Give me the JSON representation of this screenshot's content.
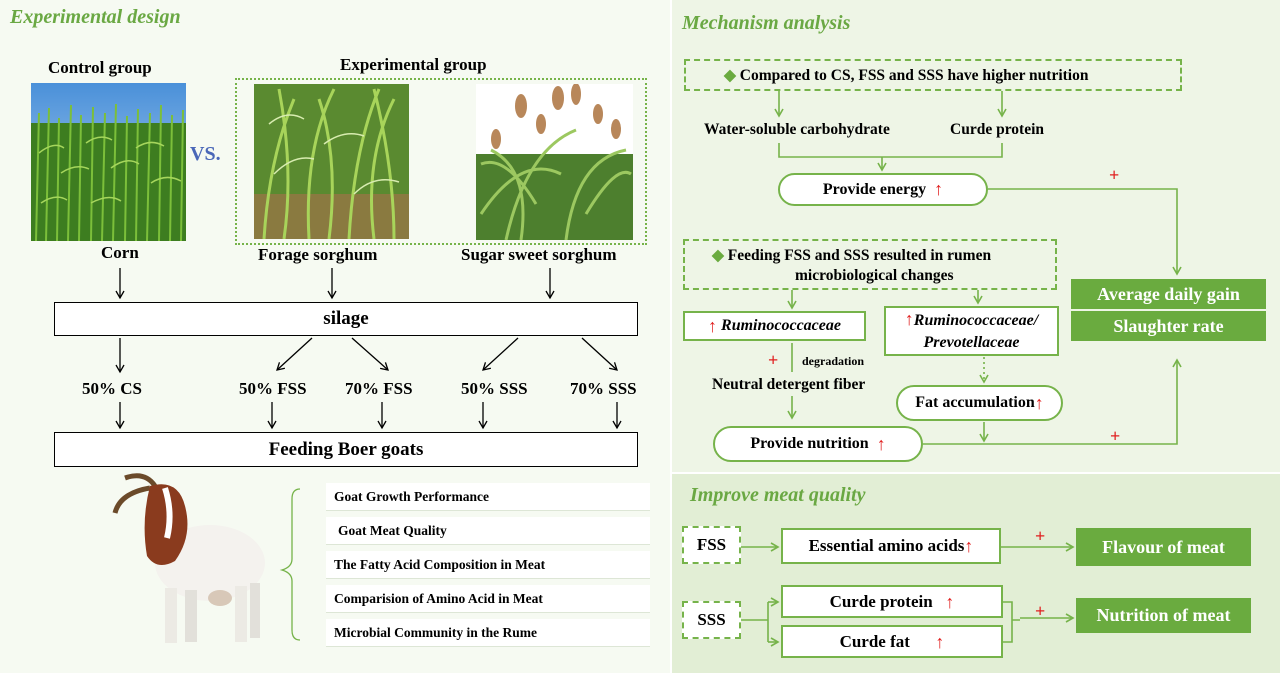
{
  "experimental_design": {
    "title": "Experimental design",
    "control_group": "Control group",
    "experimental_group": "Experimental group",
    "vs": "VS.",
    "crops": [
      "Corn",
      "Forage sorghum",
      "Sugar sweet sorghum"
    ],
    "silage": "silage",
    "treatments": [
      "50% CS",
      "50% FSS",
      "70% FSS",
      "50% SSS",
      "70% SSS"
    ],
    "feeding": "Feeding Boer goats",
    "measurements": [
      "Goat Growth Performance",
      "Goat Meat Quality",
      "The Fatty Acid Composition in Meat",
      "Comparision of Amino Acid in Meat",
      "Microbial Community in the Rume"
    ]
  },
  "mechanism": {
    "title": "Mechanism analysis",
    "nutrition_statement": "Compared to CS, FSS and SSS have higher nutrition",
    "water_soluble": "Water-soluble carbohydrate",
    "crude_protein": "Curde protein",
    "provide_energy": "Provide energy",
    "rumen_statement_line1": "Feeding FSS and SSS resulted in rumen",
    "rumen_statement_line2": "microbiological changes",
    "ruminococcaceae": "Ruminococcaceae",
    "rumino_prevo_line1": "Ruminococcaceae/",
    "rumino_prevo_line2": "Prevotellaceae",
    "degradation": "degradation",
    "ndf": "Neutral detergent fiber",
    "fat_accumulation": "Fat accumulation",
    "provide_nutrition": "Provide nutrition",
    "average_daily_gain": "Average daily gain",
    "slaughter_rate": "Slaughter rate",
    "plus": "+",
    "up_arrow": "↑",
    "diamond": "◆"
  },
  "meat_quality": {
    "title": "Improve meat quality",
    "fss": "FSS",
    "sss": "SSS",
    "essential_amino": "Essential amino acids",
    "crude_protein": "Curde protein",
    "crude_fat": "Curde fat",
    "flavour": "Flavour of meat",
    "nutrition": "Nutrition of meat"
  },
  "colors": {
    "accent_green": "#6aab3f",
    "arrow_red": "#e02020",
    "title_green": "#6aa843"
  }
}
